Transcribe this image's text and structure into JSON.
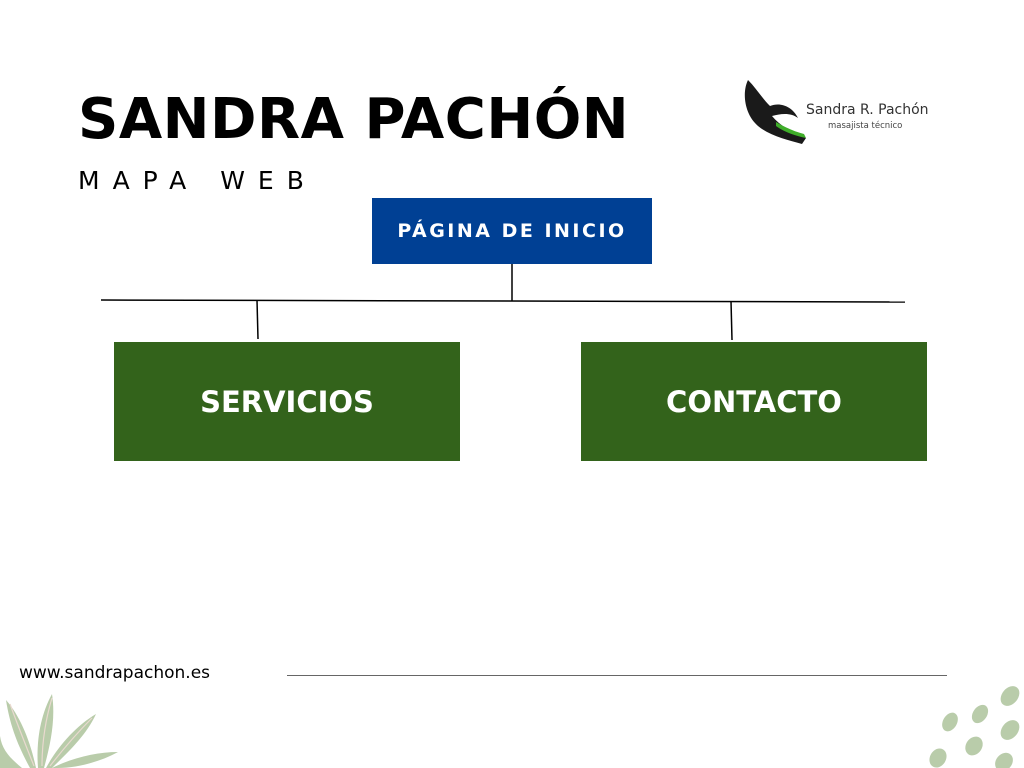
{
  "header": {
    "title": "SANDRA PACHÓN",
    "subtitle": "MAPA WEB"
  },
  "logo": {
    "name": "Sandra R. Pachón",
    "tagline": "masajista técnico",
    "icon": "hand-icon"
  },
  "sitemap": {
    "root": {
      "label": "PÁGINA DE INICIO",
      "color": "#004094"
    },
    "children": [
      {
        "label": "SERVICIOS",
        "color": "#33631b"
      },
      {
        "label": "CONTACTO",
        "color": "#33631b"
      }
    ]
  },
  "footer": {
    "url": "www.sandrapachon.es"
  },
  "colors": {
    "accent_blue": "#004094",
    "accent_green": "#33631b",
    "leaf_green": "#b9ccaa"
  }
}
